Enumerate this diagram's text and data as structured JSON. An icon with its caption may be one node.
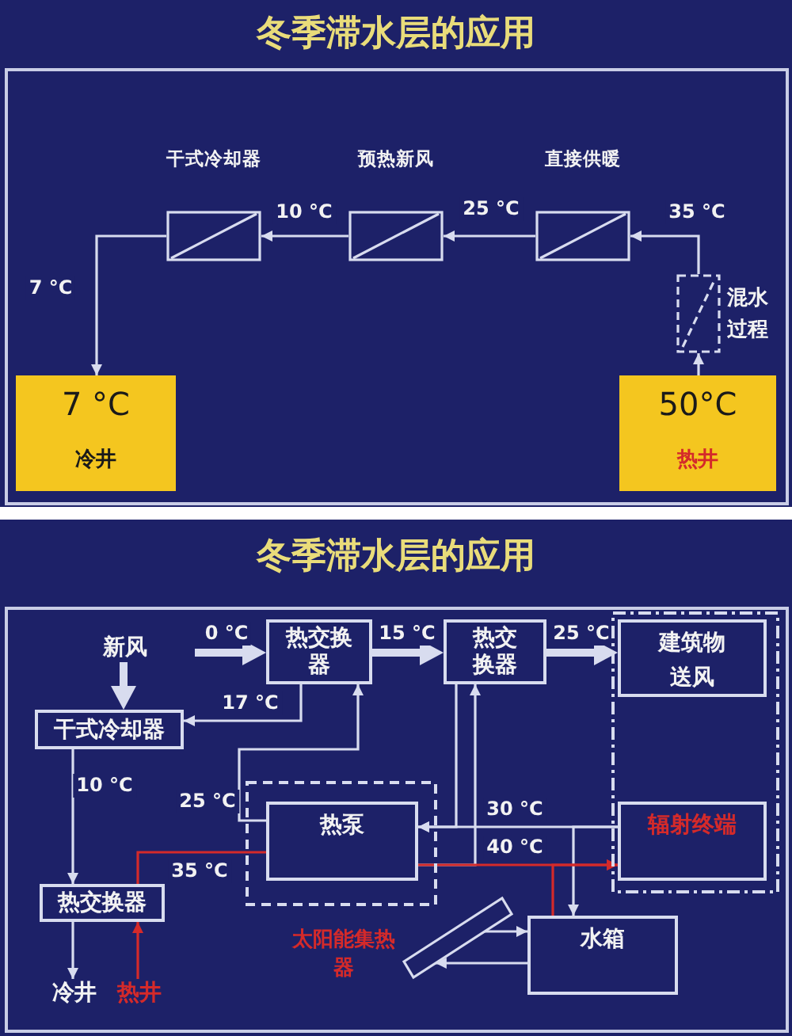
{
  "diagram": {
    "title": "冬季滞水层的应用",
    "nodes": [
      {
        "text": [
          "7 °C",
          "冷井"
        ]
      },
      {
        "text": [
          "干式冷却器"
        ]
      },
      {
        "text": [
          "预热新风"
        ]
      },
      {
        "text": [
          "直接供暖"
        ]
      },
      {
        "text": [
          "混水过程"
        ]
      },
      {
        "text": [
          "50°C",
          "热井"
        ]
      },
      {
        "text": [
          "新风"
        ]
      },
      {
        "text": [
          "热交换器"
        ]
      },
      {
        "text": [
          "热交换器"
        ]
      },
      {
        "text": [],
        "shape": "box"
      },
      {
        "text": [
          "建筑物送风"
        ],
        "in": 9
      },
      {
        "text": [
          "干式冷却器"
        ]
      },
      {
        "text": [],
        "shape": "box"
      },
      {
        "text": [
          "热泵"
        ],
        "in": 12
      },
      {
        "text": [
          "辐射终端"
        ],
        "in": 9
      },
      {
        "text": [
          "热交换器"
        ]
      },
      {
        "text": [
          "冷井"
        ]
      },
      {
        "text": [
          "热井"
        ]
      },
      {
        "text": [
          "太阳能集热器"
        ]
      },
      {
        "text": [
          "水箱"
        ]
      }
    ],
    "edges": [
      {
        "from": 5,
        "to": 4,
        "arrow": "to"
      },
      {
        "from": 4,
        "to": 3,
        "arrow": "to",
        "label": "35 °C"
      },
      {
        "from": 3,
        "to": 2,
        "arrow": "to",
        "label": "25 °C"
      },
      {
        "from": 2,
        "to": 1,
        "arrow": "to",
        "label": "10 °C"
      },
      {
        "from": 1,
        "to": 0,
        "arrow": "to",
        "label": "7 °C"
      },
      {
        "from": null,
        "to": 7,
        "arrow": "to",
        "label": "0 °C",
        "style": "thick"
      },
      {
        "from": 7,
        "to": 8,
        "arrow": "to",
        "label": "15 °C",
        "style": "thick"
      },
      {
        "from": 8,
        "to": 10,
        "arrow": "to",
        "label": "25 °C",
        "style": "thick"
      },
      {
        "from": 6,
        "to": 11,
        "arrow": "to",
        "style": "thick"
      },
      {
        "from": 7,
        "to": 11,
        "arrow": "to",
        "label": "17 °C"
      },
      {
        "from": 11,
        "to": 15,
        "arrow": "to",
        "label": "10 °C"
      },
      {
        "from": 15,
        "to": 16,
        "arrow": "to"
      },
      {
        "from": 17,
        "to": 15,
        "arrow": "to",
        "color": "#d42a2a"
      },
      {
        "from": 15,
        "to": 13,
        "arrow": "none",
        "label": "35 °C",
        "color": "#d42a2a"
      },
      {
        "from": 13,
        "to": 7,
        "arrow": "to",
        "label": "25 °C"
      },
      {
        "from": 14,
        "to": 13,
        "arrow": "to",
        "label": "30 °C"
      },
      {
        "from": 8,
        "to": 13,
        "arrow": "to"
      },
      {
        "from": 13,
        "to": 14,
        "arrow": "to",
        "label": "40 °C",
        "color": "#d42a2a"
      },
      {
        "from": 13,
        "to": 8,
        "arrow": "to"
      },
      {
        "from": 14,
        "to": 19,
        "arrow": "to"
      },
      {
        "from": 19,
        "to": 14,
        "arrow": "to",
        "color": "#d42a2a"
      },
      {
        "from": 18,
        "to": 19,
        "arrow": "to"
      },
      {
        "from": 19,
        "to": 18,
        "arrow": "to"
      }
    ],
    "labels": [
      "冬季滞水层的应用"
    ]
  }
}
